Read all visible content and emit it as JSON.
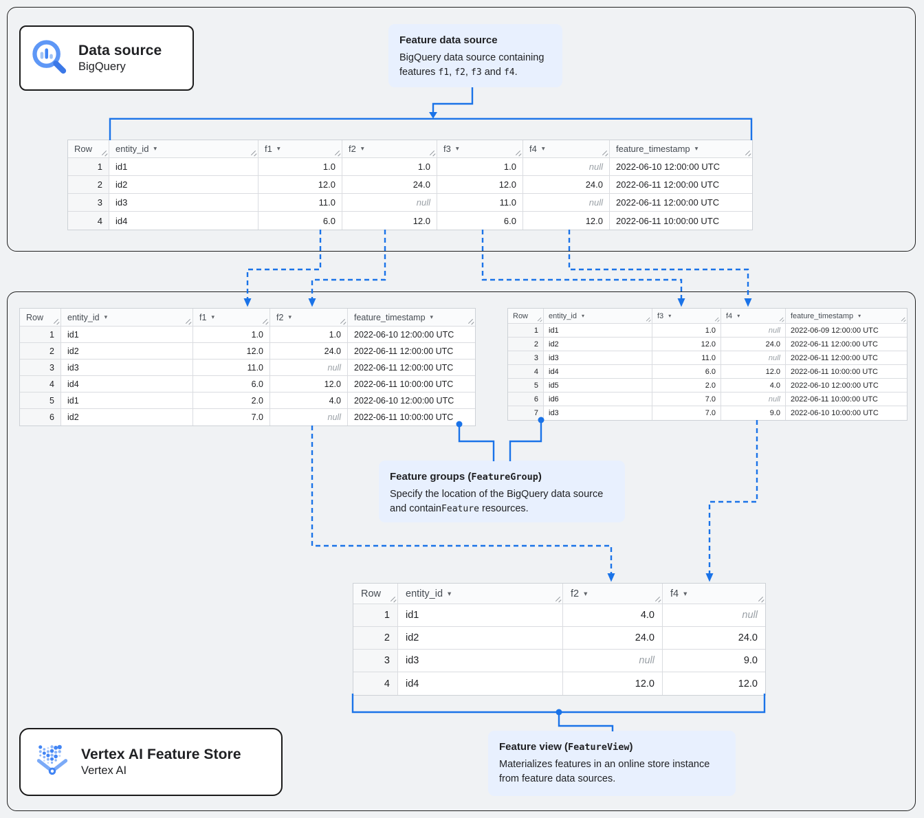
{
  "colors": {
    "connector": "#1a73e8",
    "callout-bg": "#e8f0fe",
    "canvas-bg": "#f0f2f4",
    "table-border": "#dadce0",
    "null-text": "#9aa0a6",
    "header-text": "#454b52",
    "cell-text": "#202124",
    "frame-border": "#1f1f1f"
  },
  "boxes": {
    "data_source": {
      "title": "Data source",
      "subtitle": "BigQuery",
      "icon": "bigquery-magnifier-icon"
    },
    "vertex": {
      "title": "Vertex AI Feature Store",
      "subtitle": "Vertex AI",
      "icon": "vertex-ai-icon"
    }
  },
  "callouts": {
    "feature_data_source": {
      "title": [
        {
          "text": "Feature data source"
        }
      ],
      "body": [
        {
          "text": "BigQuery data source containing features "
        },
        {
          "text": "f1",
          "mono": true
        },
        {
          "text": ", "
        },
        {
          "text": "f2",
          "mono": true
        },
        {
          "text": ", "
        },
        {
          "text": "f3",
          "mono": true
        },
        {
          "text": " and "
        },
        {
          "text": "f4",
          "mono": true
        },
        {
          "text": "."
        }
      ]
    },
    "feature_groups": {
      "title": [
        {
          "text": "Feature groups ("
        },
        {
          "text": "FeatureGroup",
          "mono": true
        },
        {
          "text": ")"
        }
      ],
      "body": [
        {
          "text": "Specify the location of the BigQuery data source and contain"
        },
        {
          "text": "Feature",
          "mono": true
        },
        {
          "text": " resources."
        }
      ]
    },
    "feature_view": {
      "title": [
        {
          "text": "Feature view ("
        },
        {
          "text": "FeatureView",
          "mono": true
        },
        {
          "text": ")"
        }
      ],
      "body": [
        {
          "text": "Materializes features in an online store instance from feature data sources."
        }
      ]
    }
  },
  "tables": {
    "source": {
      "columns": [
        {
          "label": "Row",
          "type": "rownum"
        },
        {
          "label": "entity_id",
          "type": "text",
          "sortable": true
        },
        {
          "label": "f1",
          "type": "num",
          "sortable": true
        },
        {
          "label": "f2",
          "type": "num",
          "sortable": true
        },
        {
          "label": "f3",
          "type": "num",
          "sortable": true
        },
        {
          "label": "f4",
          "type": "num",
          "sortable": true
        },
        {
          "label": "feature_timestamp",
          "type": "ts",
          "sortable": true
        }
      ],
      "rows": [
        [
          "1",
          "id1",
          "1.0",
          "1.0",
          "1.0",
          "null",
          "2022-06-10 12:00:00 UTC"
        ],
        [
          "2",
          "id2",
          "12.0",
          "24.0",
          "12.0",
          "24.0",
          "2022-06-11 12:00:00 UTC"
        ],
        [
          "3",
          "id3",
          "11.0",
          "null",
          "11.0",
          "null",
          "2022-06-11 12:00:00 UTC"
        ],
        [
          "4",
          "id4",
          "6.0",
          "12.0",
          "6.0",
          "12.0",
          "2022-06-11 10:00:00 UTC"
        ]
      ]
    },
    "feature_group_1": {
      "columns": [
        {
          "label": "Row",
          "type": "rownum"
        },
        {
          "label": "entity_id",
          "type": "text",
          "sortable": true
        },
        {
          "label": "f1",
          "type": "num",
          "sortable": true
        },
        {
          "label": "f2",
          "type": "num",
          "sortable": true
        },
        {
          "label": "feature_timestamp",
          "type": "ts",
          "sortable": true
        }
      ],
      "rows": [
        [
          "1",
          "id1",
          "1.0",
          "1.0",
          "2022-06-10 12:00:00 UTC"
        ],
        [
          "2",
          "id2",
          "12.0",
          "24.0",
          "2022-06-11 12:00:00 UTC"
        ],
        [
          "3",
          "id3",
          "11.0",
          "null",
          "2022-06-11 12:00:00 UTC"
        ],
        [
          "4",
          "id4",
          "6.0",
          "12.0",
          "2022-06-11 10:00:00 UTC"
        ],
        [
          "5",
          "id1",
          "2.0",
          "4.0",
          "2022-06-10 12:00:00 UTC"
        ],
        [
          "6",
          "id2",
          "7.0",
          "null",
          "2022-06-11 10:00:00 UTC"
        ]
      ]
    },
    "feature_group_2": {
      "columns": [
        {
          "label": "Row",
          "type": "rownum"
        },
        {
          "label": "entity_id",
          "type": "text",
          "sortable": true
        },
        {
          "label": "f3",
          "type": "num",
          "sortable": true
        },
        {
          "label": "f4",
          "type": "num",
          "sortable": true
        },
        {
          "label": "feature_timestamp",
          "type": "ts",
          "sortable": true
        }
      ],
      "rows": [
        [
          "1",
          "id1",
          "1.0",
          "null",
          "2022-06-09 12:00:00 UTC"
        ],
        [
          "2",
          "id2",
          "12.0",
          "24.0",
          "2022-06-11 12:00:00 UTC"
        ],
        [
          "3",
          "id3",
          "11.0",
          "null",
          "2022-06-11 12:00:00 UTC"
        ],
        [
          "4",
          "id4",
          "6.0",
          "12.0",
          "2022-06-11 10:00:00 UTC"
        ],
        [
          "5",
          "id5",
          "2.0",
          "4.0",
          "2022-06-10 12:00:00 UTC"
        ],
        [
          "6",
          "id6",
          "7.0",
          "null",
          "2022-06-11 10:00:00 UTC"
        ],
        [
          "7",
          "id3",
          "7.0",
          "9.0",
          "2022-06-10 10:00:00 UTC"
        ]
      ]
    },
    "feature_view": {
      "columns": [
        {
          "label": "Row",
          "type": "rownum"
        },
        {
          "label": "entity_id",
          "type": "text",
          "sortable": true
        },
        {
          "label": "f2",
          "type": "num",
          "sortable": true
        },
        {
          "label": "f4",
          "type": "num",
          "sortable": true
        }
      ],
      "rows": [
        [
          "1",
          "id1",
          "4.0",
          "null"
        ],
        [
          "2",
          "id2",
          "24.0",
          "24.0"
        ],
        [
          "3",
          "id3",
          "null",
          "9.0"
        ],
        [
          "4",
          "id4",
          "12.0",
          "12.0"
        ]
      ]
    }
  }
}
